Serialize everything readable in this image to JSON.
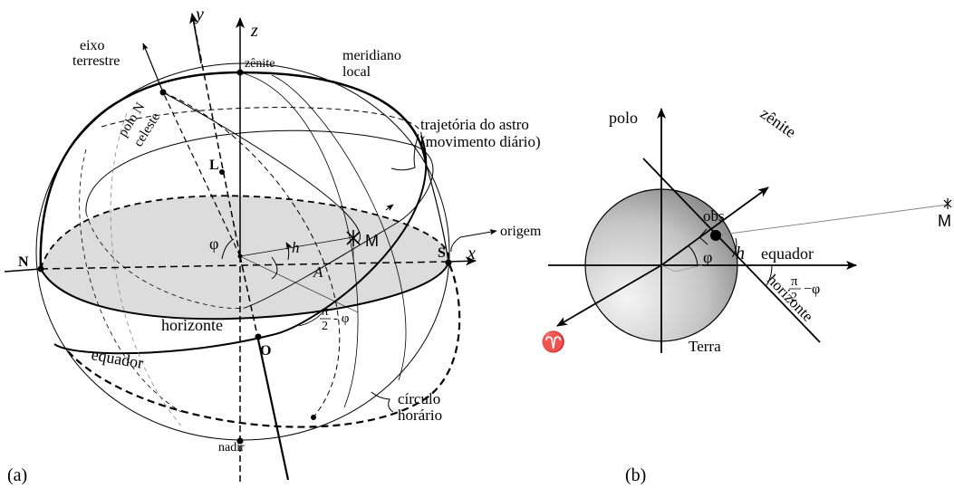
{
  "panel_a": {
    "caption": "(a)",
    "axes": {
      "x": "x",
      "y": "y",
      "z": "z"
    },
    "labels": {
      "eixo": "eixo",
      "terrestre": "terrestre",
      "zenite": "zênite",
      "meridiano": "meridiano",
      "local": "local",
      "polo_n": "polo N",
      "celeste": "celeste",
      "trajetoria": "trajetória do astro",
      "movimento": "(movimento diário)",
      "origem": "origem",
      "L": "L",
      "M": "M",
      "N": "N",
      "S": "S",
      "O": "O",
      "phi": "φ",
      "h": "h",
      "A": "A",
      "frac_num": "π",
      "frac_den": "2",
      "frac_rest": "- φ",
      "horizonte": "horizonte",
      "equador": "equador",
      "circulo": "círculo",
      "horario": "horário",
      "nadir": "nadir"
    },
    "colors": {
      "horizon_fill": "#dcdcdc"
    }
  },
  "panel_b": {
    "caption": "(b)",
    "labels": {
      "polo": "polo",
      "zenite": "zênite",
      "obs": "obs",
      "M": "M",
      "h": "h",
      "equador": "equador",
      "phi": "φ",
      "frac_num": "π",
      "frac_den": "2",
      "frac_rest": "−φ",
      "horizonte": "horizonte",
      "terra": "Terra",
      "aries": "♈"
    },
    "colors": {
      "earth_light": "#f2f2f2",
      "earth_dark": "#777777"
    }
  }
}
